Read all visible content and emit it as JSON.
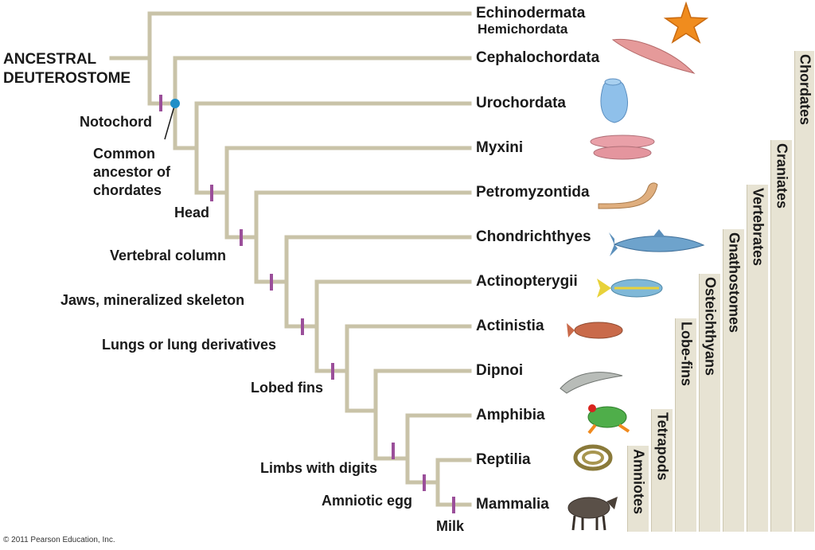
{
  "root_label_line1": "ANCESTRAL",
  "root_label_line2": "DEUTEROSTOME",
  "taxa": {
    "echinodermata": "Echinodermata",
    "hemichordata": "Hemichordata",
    "cephalochordata": "Cephalochordata",
    "urochordata": "Urochordata",
    "myxini": "Myxini",
    "petromyzontida": "Petromyzontida",
    "chondrichthyes": "Chondrichthyes",
    "actinopterygii": "Actinopterygii",
    "actinistia": "Actinistia",
    "dipnoi": "Dipnoi",
    "amphibia": "Amphibia",
    "reptilia": "Reptilia",
    "mammalia": "Mammalia"
  },
  "characters": {
    "notochord": "Notochord",
    "common_ancestor_1": "Common",
    "common_ancestor_2": "ancestor of",
    "common_ancestor_3": "chordates",
    "head": "Head",
    "vertebral_column": "Vertebral column",
    "jaws": "Jaws, mineralized skeleton",
    "lungs": "Lungs or lung derivatives",
    "lobed_fins": "Lobed fins",
    "limbs": "Limbs with digits",
    "amniotic_egg": "Amniotic egg",
    "milk": "Milk"
  },
  "groups": {
    "chordates": "Chordates",
    "craniates": "Craniates",
    "vertebrates": "Vertebrates",
    "gnathostomes": "Gnathostomes",
    "osteichthyans": "Osteichthyans",
    "lobe_fins": "Lobe-fins",
    "tetrapods": "Tetrapods",
    "amniotes": "Amniotes"
  },
  "copyright": "© 2011 Pearson Education, Inc.",
  "colors": {
    "branch": "#c9c3a8",
    "tick": "#9b4f9a",
    "ancestor_dot": "#1f8fc8",
    "band": "#e7e3d3"
  }
}
